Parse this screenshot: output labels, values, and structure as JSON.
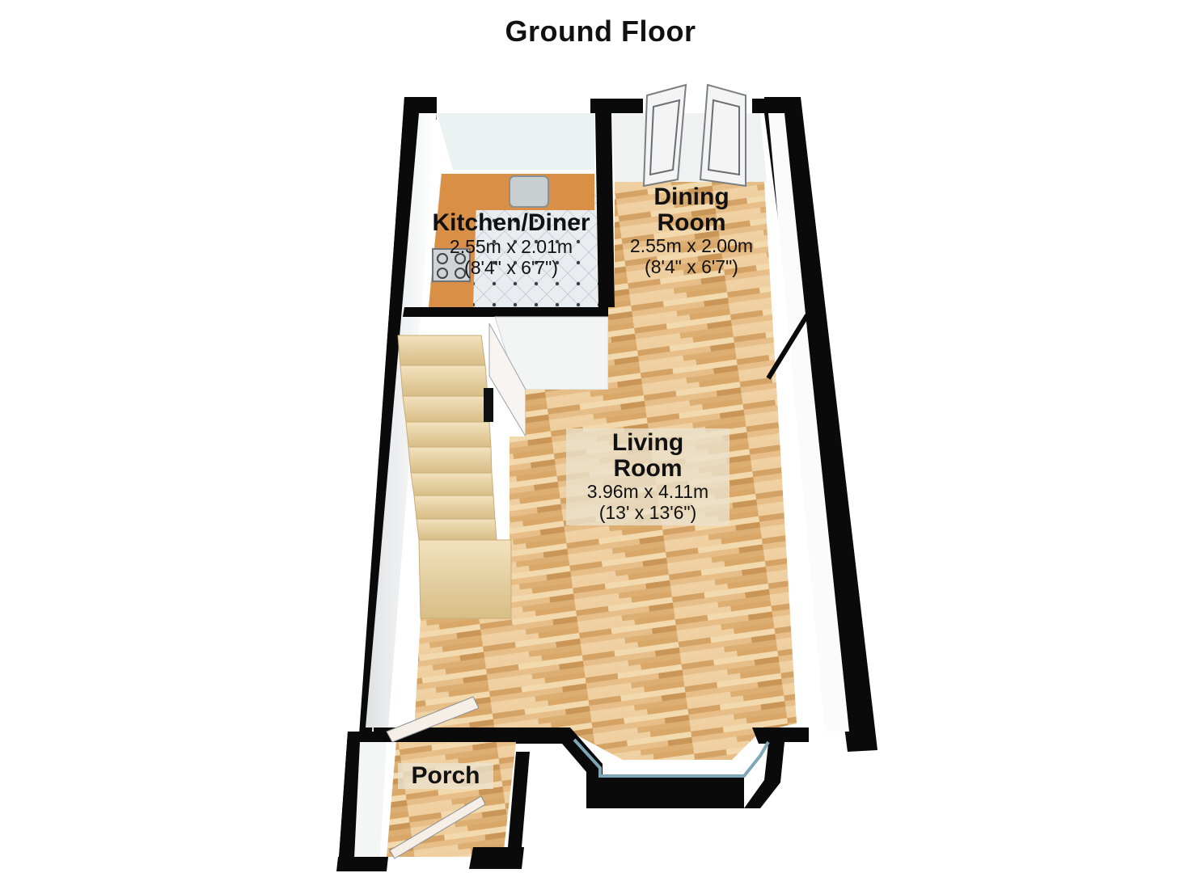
{
  "page": {
    "title": "Ground Floor"
  },
  "rooms": {
    "kitchen": {
      "name": "Kitchen/Diner",
      "size_metric": "2.55m x 2.01m",
      "size_imperial": "(8'4\" x 6'7\")"
    },
    "dining": {
      "name_line1": "Dining",
      "name_line2": "Room",
      "size_metric": "2.55m x 2.00m",
      "size_imperial": "(8'4\" x 6'7\")"
    },
    "living": {
      "name_line1": "Living",
      "name_line2": "Room",
      "size_metric": "3.96m x 4.11m",
      "size_imperial": "(13' x 13'6\")"
    },
    "porch": {
      "name": "Porch"
    }
  },
  "colors": {
    "wall": "#0a0a0a",
    "wood_floor": "#e0b47a",
    "wood_floor_light": "#f1d3a4",
    "stairs": "#e9d4a6",
    "kitchen_worktop": "#d98f45",
    "kitchen_tile": "#e8ecee",
    "wall_face": "#f5f6f6"
  }
}
